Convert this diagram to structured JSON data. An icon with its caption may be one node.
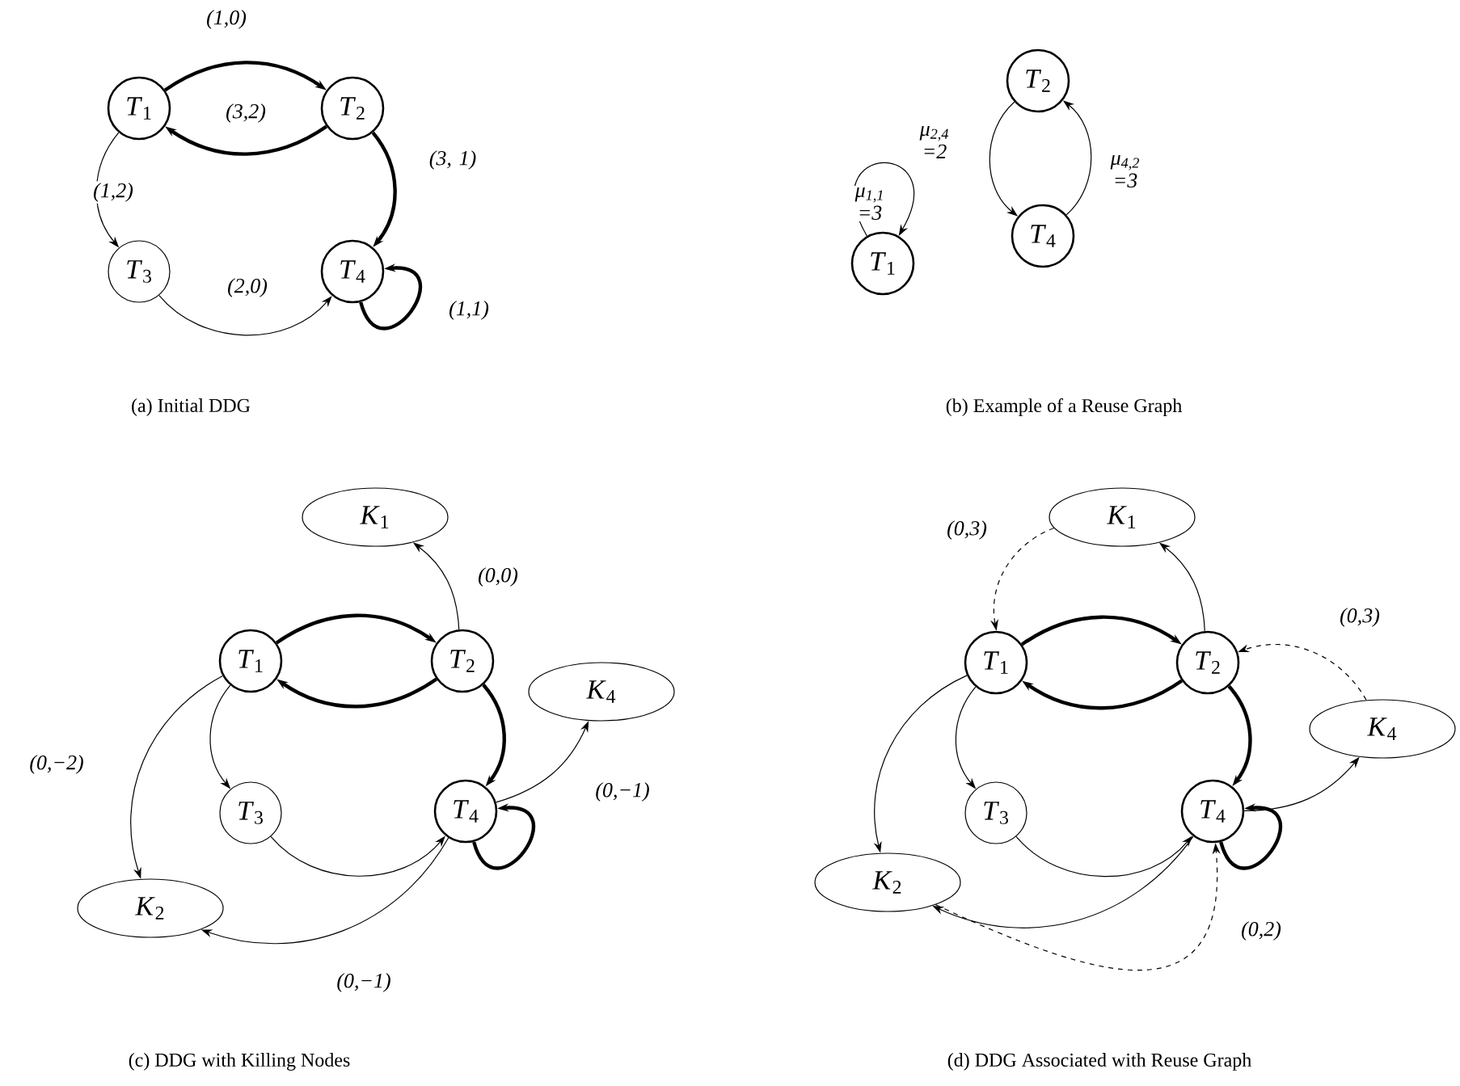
{
  "diagram": {
    "nodes": [
      {
        "text": [
          "*T*$_{1}$"
        ]
      },
      {
        "text": [
          "*T*$_{2}$"
        ]
      },
      {
        "text": [
          "*T*$_{3}$"
        ]
      },
      {
        "text": [
          "*T*$_{4}$"
        ]
      },
      {
        "text": [
          "*T*$_{2}$"
        ]
      },
      {
        "text": [
          "*T*$_{4}$"
        ]
      },
      {
        "text": [
          "*T*$_{1}$"
        ]
      },
      {
        "text": [
          "*K*$_{1}$"
        ]
      },
      {
        "text": [
          "*T*$_{1}$"
        ]
      },
      {
        "text": [
          "*T*$_{2}$"
        ]
      },
      {
        "text": [
          "*K*$_{4}$"
        ]
      },
      {
        "text": [
          "*T*$_{3}$"
        ]
      },
      {
        "text": [
          "*T*$_{4}$"
        ]
      },
      {
        "text": [
          "*K*$_{2}$"
        ]
      },
      {
        "text": [
          "*K*$_{1}$"
        ]
      },
      {
        "text": [
          "*T*$_{1}$"
        ]
      },
      {
        "text": [
          "*T*$_{2}$"
        ]
      },
      {
        "text": [
          "*K*$_{4}$"
        ]
      },
      {
        "text": [
          "*T*$_{3}$"
        ]
      },
      {
        "text": [
          "*T*$_{4}$"
        ]
      },
      {
        "text": [
          "*K*$_{2}$"
        ]
      }
    ],
    "edges": [
      {
        "from": 0,
        "to": 1,
        "arrow": "to",
        "label": "(1,0)",
        "style": "thick"
      },
      {
        "from": 1,
        "to": 0,
        "arrow": "to",
        "label": "(3,2)",
        "style": "thick"
      },
      {
        "from": 1,
        "to": 3,
        "arrow": "to",
        "label": "(3, 1)",
        "style": "thick"
      },
      {
        "from": 3,
        "to": 3,
        "arrow": "to",
        "label": "(1,1)",
        "style": "thick"
      },
      {
        "from": 0,
        "to": 2,
        "arrow": "to",
        "label": "(1,2)"
      },
      {
        "from": 2,
        "to": 3,
        "arrow": "to",
        "label": "(2,0)"
      },
      {
        "from": 6,
        "to": 6,
        "arrow": "to",
        "label": "μ$_{1,1}$ =3"
      },
      {
        "from": 4,
        "to": 5,
        "arrow": "to",
        "label": "μ$_{2,4}$ =2"
      },
      {
        "from": 5,
        "to": 4,
        "arrow": "to",
        "label": "μ$_{4,2}$ =3"
      },
      {
        "from": 8,
        "to": 9,
        "arrow": "to",
        "style": "thick"
      },
      {
        "from": 9,
        "to": 8,
        "arrow": "to",
        "style": "thick"
      },
      {
        "from": 9,
        "to": 12,
        "arrow": "to",
        "style": "thick"
      },
      {
        "from": 12,
        "to": 12,
        "arrow": "to",
        "style": "thick"
      },
      {
        "from": 8,
        "to": 11,
        "arrow": "to"
      },
      {
        "from": 11,
        "to": 12,
        "arrow": "to"
      },
      {
        "from": 9,
        "to": 7,
        "arrow": "to",
        "label": "(0,0)"
      },
      {
        "from": 12,
        "to": 10,
        "arrow": "to",
        "label": "(0,−1)"
      },
      {
        "from": 8,
        "to": 13,
        "arrow": "to",
        "label": "(0,−2)"
      },
      {
        "from": 12,
        "to": 13,
        "arrow": "to",
        "label": "(0,−1)"
      },
      {
        "from": 15,
        "to": 16,
        "arrow": "to",
        "style": "thick"
      },
      {
        "from": 16,
        "to": 15,
        "arrow": "to",
        "style": "thick"
      },
      {
        "from": 16,
        "to": 19,
        "arrow": "to",
        "style": "thick"
      },
      {
        "from": 19,
        "to": 19,
        "arrow": "to",
        "style": "thick"
      },
      {
        "from": 15,
        "to": 18,
        "arrow": "to"
      },
      {
        "from": 18,
        "to": 19,
        "arrow": "to"
      },
      {
        "from": 16,
        "to": 14,
        "arrow": "to"
      },
      {
        "from": 19,
        "to": 17,
        "arrow": "to"
      },
      {
        "from": 15,
        "to": 20,
        "arrow": "to"
      },
      {
        "from": 19,
        "to": 20,
        "arrow": "to"
      },
      {
        "from": 14,
        "to": 15,
        "arrow": "to",
        "label": "(0,3)",
        "style": "dashed"
      },
      {
        "from": 17,
        "to": 16,
        "arrow": "to",
        "label": "(0,3)",
        "style": "dashed"
      },
      {
        "from": 20,
        "to": 19,
        "arrow": "to",
        "label": "(0,2)",
        "style": "dashed"
      }
    ],
    "labels": [
      "(a) Initial DDG",
      "(b) Example of a Reuse Graph",
      "(c) DDG with Killing Nodes",
      "(d) DDG Associated with Reuse Graph"
    ]
  }
}
